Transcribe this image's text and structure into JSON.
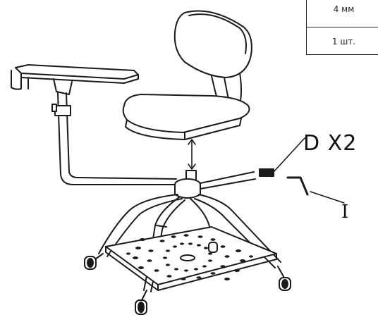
{
  "spec_table": {
    "rows": [
      "4 мм",
      "1 шт."
    ]
  },
  "callouts": {
    "part_d": "D  X2",
    "part_i": "I"
  }
}
